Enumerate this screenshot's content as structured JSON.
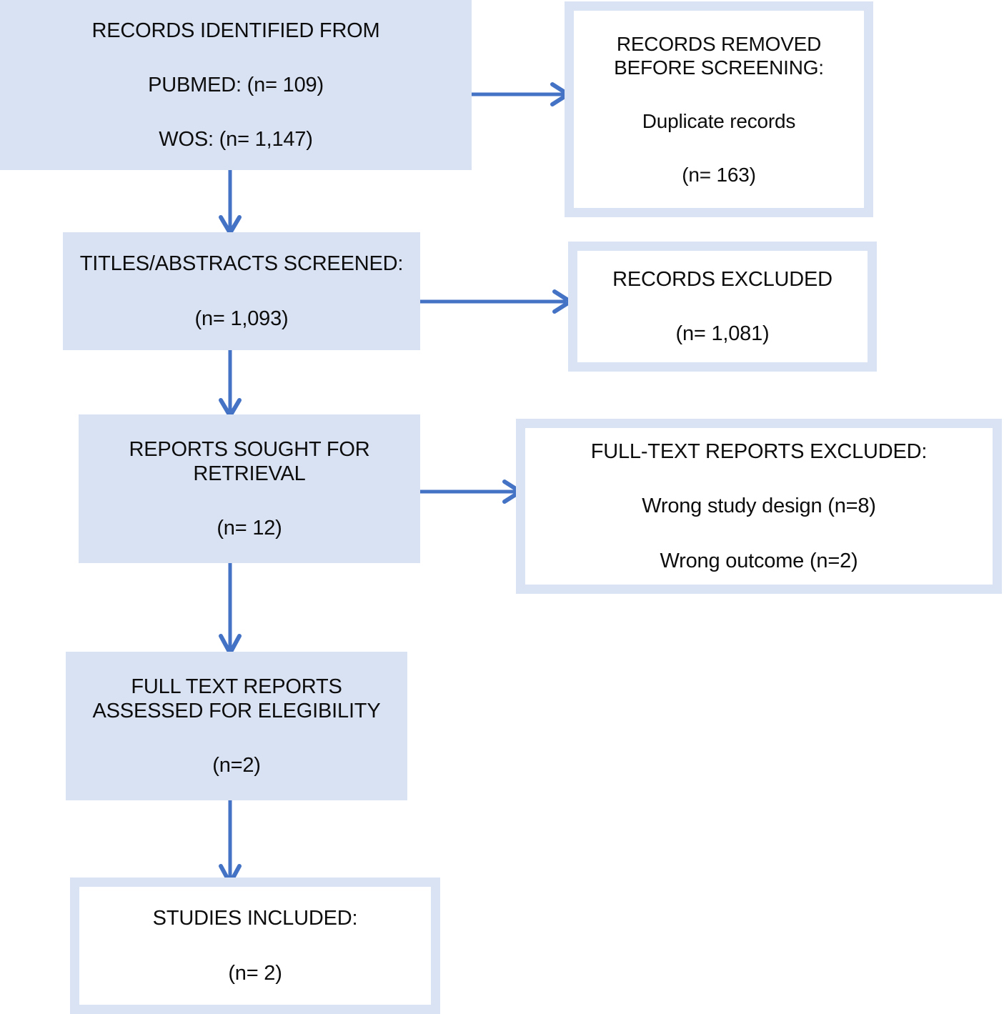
{
  "diagram": {
    "type": "prisma-flow-diagram",
    "accent_color": "#4472c4",
    "box_fill_color": "#d9e2f3",
    "box_frame_color": "#dae3f3",
    "text_color": "#0d0d0d"
  },
  "nodes": {
    "identified": {
      "name": "records-identified",
      "lines": [
        "RECORDS IDENTIFIED FROM",
        "PUBMED: (n= 109)",
        "WOS: (n= 1,147)"
      ]
    },
    "removed_before_screening": {
      "name": "records-removed-before-screening",
      "lines": [
        "RECORDS REMOVED",
        "BEFORE SCREENING:",
        "Duplicate records",
        "(n= 163)"
      ]
    },
    "screened": {
      "name": "titles-abstracts-screened",
      "lines": [
        "TITLES/ABSTRACTS SCREENED:",
        "(n= 1,093)"
      ]
    },
    "records_excluded": {
      "name": "records-excluded",
      "lines": [
        "RECORDS EXCLUDED",
        "(n= 1,081)"
      ]
    },
    "sought_for_retrieval": {
      "name": "reports-sought-for-retrieval",
      "lines": [
        "REPORTS SOUGHT FOR",
        "RETRIEVAL",
        "(n= 12)"
      ]
    },
    "fulltext_excluded": {
      "name": "full-text-reports-excluded",
      "lines": [
        "FULL-TEXT REPORTS EXCLUDED:",
        "Wrong study design (n=8)",
        "Wrong outcome (n=2)"
      ]
    },
    "assessed_for_eligibility": {
      "name": "full-text-reports-assessed",
      "lines": [
        "FULL TEXT REPORTS",
        "ASSESSED FOR ELEGIBILITY",
        "(n=2)"
      ]
    },
    "studies_included": {
      "name": "studies-included",
      "lines": [
        "STUDIES INCLUDED:",
        "(n= 2)"
      ]
    }
  },
  "connectors": [
    {
      "name": "arrow-identified-to-removed",
      "direction": "right"
    },
    {
      "name": "arrow-identified-to-screened",
      "direction": "down"
    },
    {
      "name": "arrow-screened-to-excluded",
      "direction": "right"
    },
    {
      "name": "arrow-screened-to-sought",
      "direction": "down"
    },
    {
      "name": "arrow-sought-to-fulltext-excluded",
      "direction": "right"
    },
    {
      "name": "arrow-sought-to-assessed",
      "direction": "down"
    },
    {
      "name": "arrow-assessed-to-included",
      "direction": "down"
    }
  ]
}
